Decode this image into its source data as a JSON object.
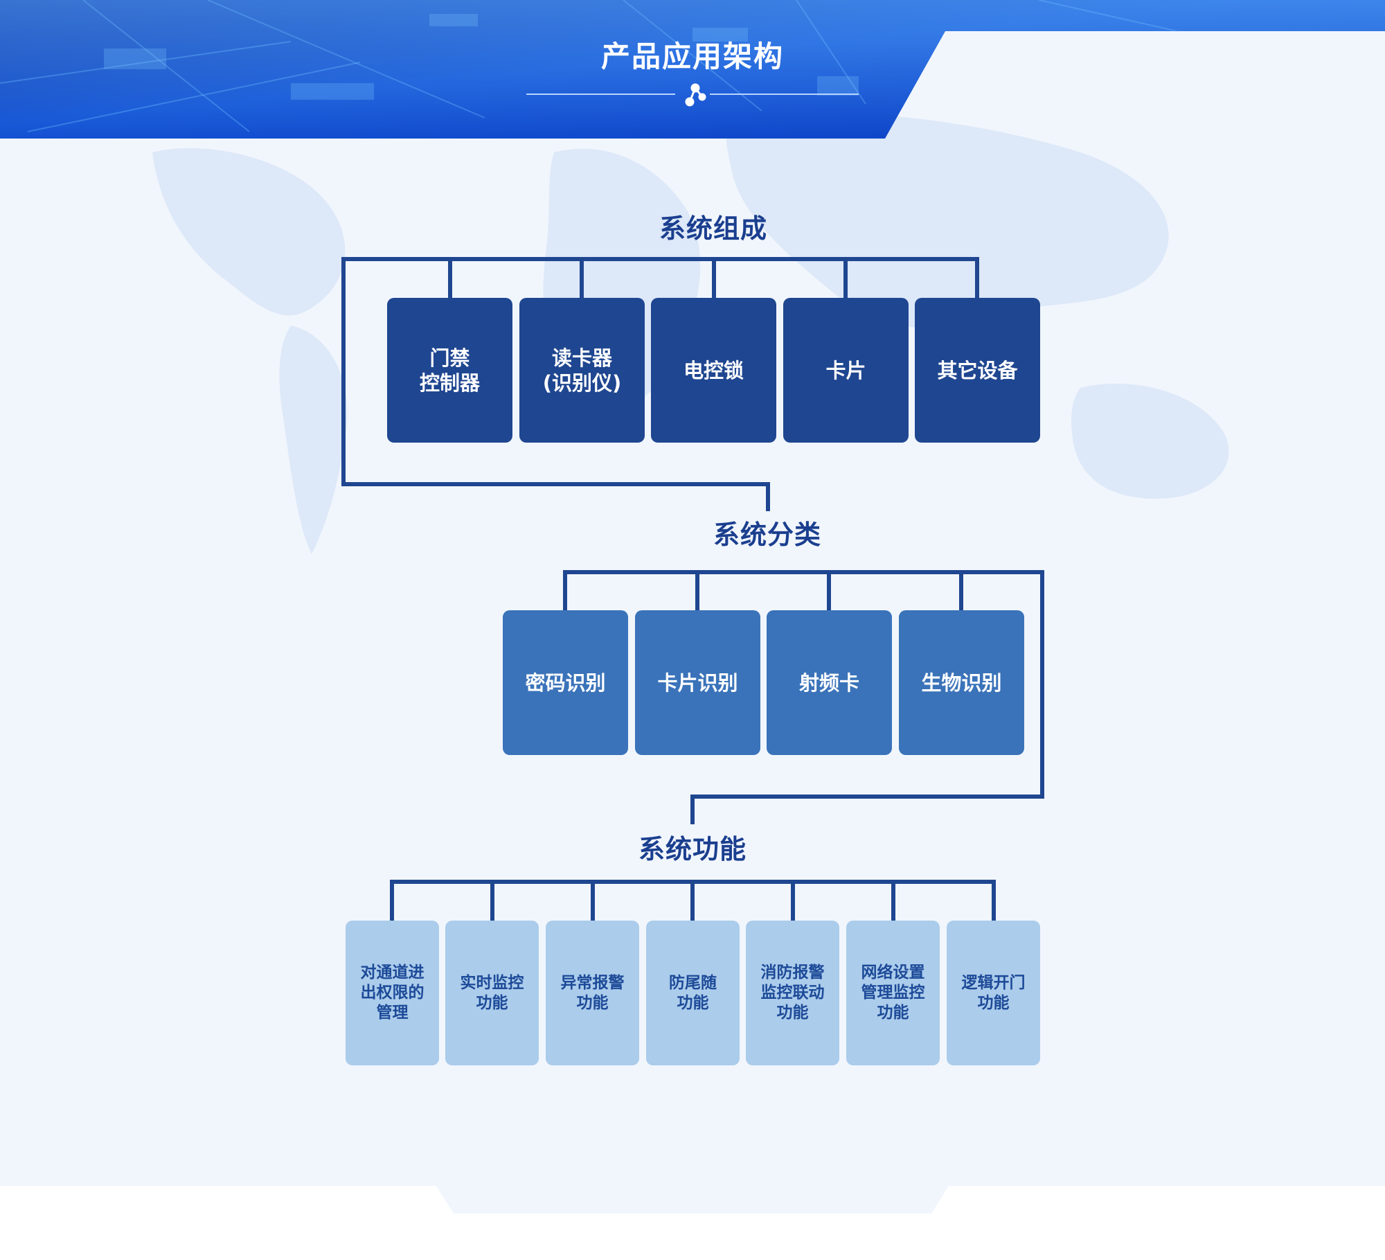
{
  "header": {
    "title": "产品应用架构"
  },
  "colors": {
    "banner_dark": "#0a2a9a",
    "banner_light": "#1f6fe8",
    "connector": "#1f4690",
    "composition_box": "#1f4690",
    "classification_box": "#3a73b9",
    "function_box": "#abcceb",
    "function_text": "#1d4a98",
    "section_title": "#1b3f8f",
    "page_bg": "#f1f6fd"
  },
  "sections": {
    "composition": {
      "title": "系统组成",
      "items": [
        "门禁\n控制器",
        "读卡器\n(识别仪)",
        "电控锁",
        "卡片",
        "其它设备"
      ]
    },
    "classification": {
      "title": "系统分类",
      "items": [
        "密码识别",
        "卡片识别",
        "射频卡",
        "生物识别"
      ]
    },
    "function": {
      "title": "系统功能",
      "items": [
        "对通道进\n出权限的\n管理",
        "实时监控\n功能",
        "异常报警\n功能",
        "防尾随\n功能",
        "消防报警\n监控联动\n功能",
        "网络设置\n管理监控\n功能",
        "逻辑开门\n功能"
      ]
    }
  },
  "icons": {
    "title_divider": "molecule-icon"
  }
}
